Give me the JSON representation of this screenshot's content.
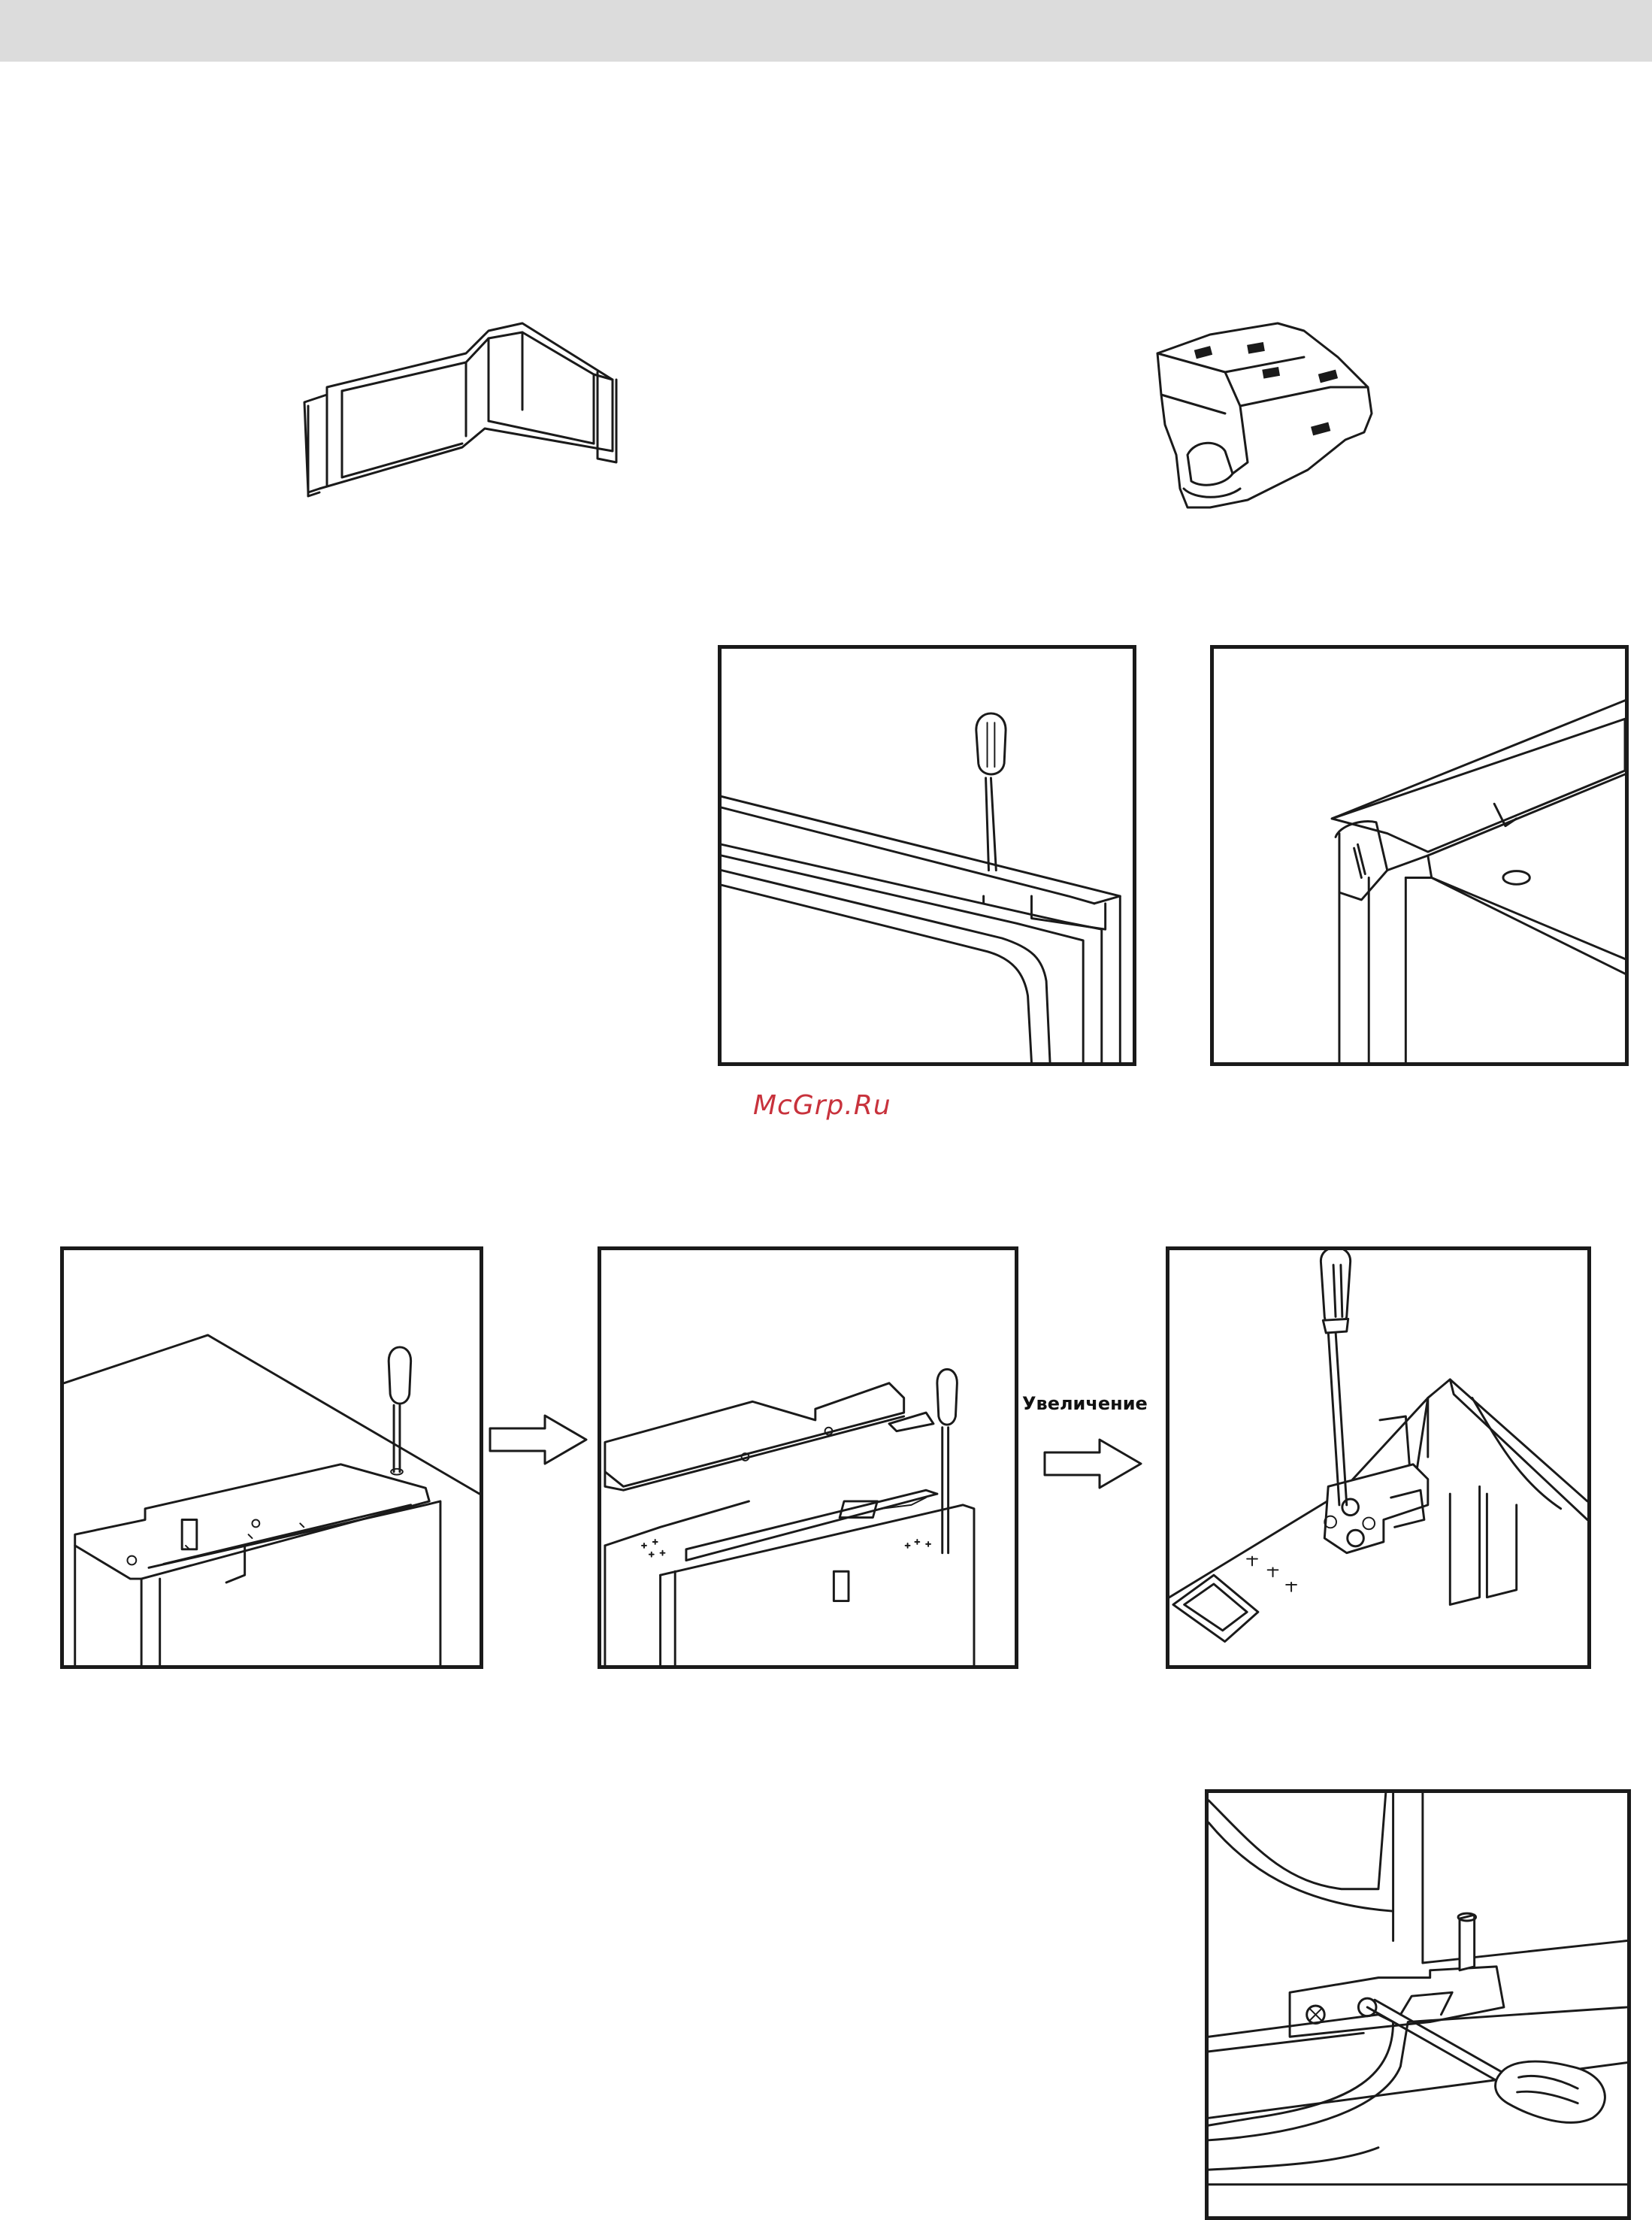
{
  "header": {
    "bar_color": "#dcdcdc"
  },
  "watermark": {
    "text": "McGrp.Ru",
    "color": "#c8323c"
  },
  "zoom": {
    "label": "Увеличение"
  },
  "icons": {
    "part_left": "hinge-cover-part",
    "part_right": "hinge-cap-part",
    "tool": "screwdriver-icon",
    "arrow": "right-arrow-icon"
  }
}
